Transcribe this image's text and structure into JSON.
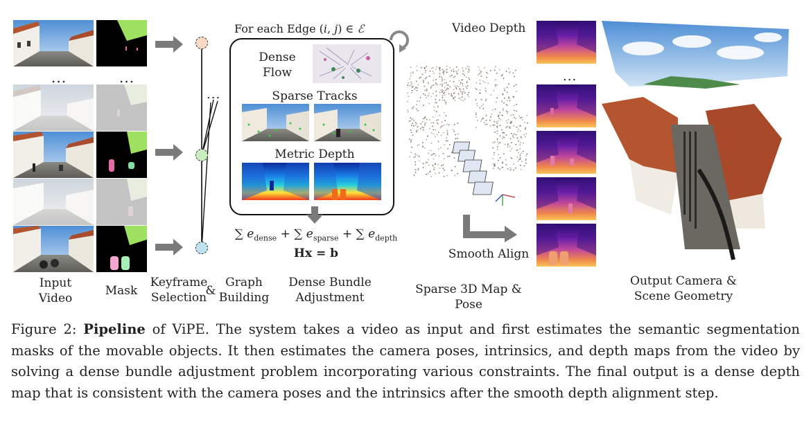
{
  "pipeline": {
    "ellipsis": "...",
    "labels": {
      "input_video": "Input\nVideo",
      "mask": "Mask",
      "keyframe_selection": "Keyframe\nSelection",
      "ampersand": "&",
      "graph_building": "Graph\nBuilding",
      "dense_ba": "Dense Bundle\nAdjustment",
      "sparse_map": "Sparse 3D Map & Pose",
      "output": "Output Camera &\nScene Geometry"
    },
    "ba": {
      "header": "For each Edge (i, j) ∈ ℰ",
      "dense_flow": "Dense\nFlow",
      "sparse_tracks": "Sparse Tracks",
      "metric_depth": "Metric Depth",
      "equation_line1": "∑ e_dense + ∑ e_sparse + ∑ e_depth",
      "equation_line2": "Hx = b"
    },
    "video_depth": "Video Depth",
    "smooth_align": "Smooth Align"
  },
  "caption": {
    "prefix": "Figure 2: ",
    "bold": "Pipeline",
    "text": " of ViPE. The system takes a video as input and first estimates the semantic segmentation masks of the movable objects. It then estimates the camera poses, intrinsics, and depth maps from the video by solving a dense bundle adjustment problem incorporating various constraints. The final output is a dense depth map that is consistent with the camera poses and the intrinsics after the smooth depth alignment step."
  },
  "colors": {
    "mask_green": "#9ee05f",
    "node_peach": "#f8d9c4",
    "node_green": "#c9eec0",
    "node_blue": "#bfe2f2",
    "arrow_gray": "#7a7a7a"
  }
}
